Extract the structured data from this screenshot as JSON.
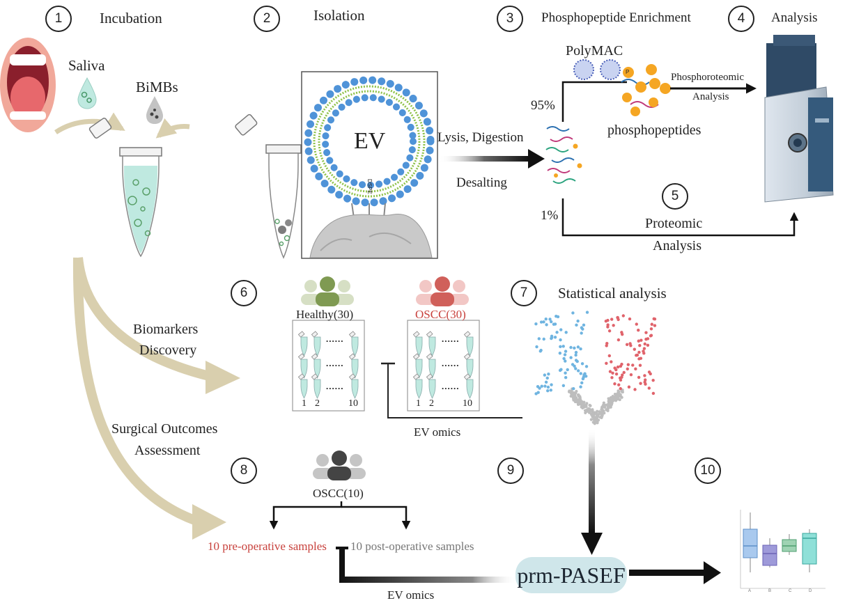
{
  "steps": {
    "s1": {
      "num": "1",
      "title": "Incubation"
    },
    "s2": {
      "num": "2",
      "title": "Isolation"
    },
    "s3": {
      "num": "3",
      "title": "Phosphopeptide Enrichment"
    },
    "s4": {
      "num": "4",
      "title": "Analysis"
    },
    "s5": {
      "num": "5"
    },
    "s6": {
      "num": "6"
    },
    "s7": {
      "num": "7",
      "title": "Statistical analysis"
    },
    "s8": {
      "num": "8"
    },
    "s9": {
      "num": "9"
    },
    "s10": {
      "num": "10"
    }
  },
  "incubation": {
    "saliva": "Saliva",
    "bimbs": "BiMBs"
  },
  "isolation": {
    "ev": "EV",
    "dspe": "DSPE"
  },
  "processing": {
    "lysis": "Lysis, Digestion",
    "desalting": "Desalting",
    "pct_enrich": "95%",
    "pct_proteomic": "1%",
    "polymac": "PolyMAC",
    "phosphopeptides": "phosphopeptides",
    "phospho_analysis_1": "Phosphoroteomic",
    "phospho_analysis_2": "Analysis",
    "proteomic_1": "Proteomic",
    "proteomic_2": "Analysis",
    "p_letter": "P"
  },
  "discovery": {
    "label_1": "Biomarkers",
    "label_2": "Discovery",
    "healthy": "Healthy(30)",
    "oscc": "OSCC(30)",
    "dots": "......",
    "tube_numbers": [
      "1",
      "2",
      "10"
    ],
    "ev_omics": "EV omics"
  },
  "surgical": {
    "label_1": "Surgical Outcomes",
    "label_2": "Assessment",
    "oscc10": "OSCC(10)",
    "pre": "10 pre-operative samples",
    "post": "10 post-operative samples",
    "ev_omics": "EV omics"
  },
  "prm": "prm-PASEF",
  "boxplot_axis": {
    "categories": [
      "A",
      "B",
      "C",
      "D"
    ]
  },
  "colors": {
    "tan_arrow": "#d9cfae",
    "healthy_green": "#7f9a52",
    "oscc_red": "#d0605a",
    "volcano_blue": "#6fb4e0",
    "volcano_red": "#e0636b",
    "tube_fluid": "#bfe9e0",
    "ev_blue": "#4f93d8",
    "ev_green": "#8fc24a",
    "pre_text_red": "#c8413c",
    "post_text_gray": "#777777",
    "prm_bg": "#cfe6ea"
  }
}
